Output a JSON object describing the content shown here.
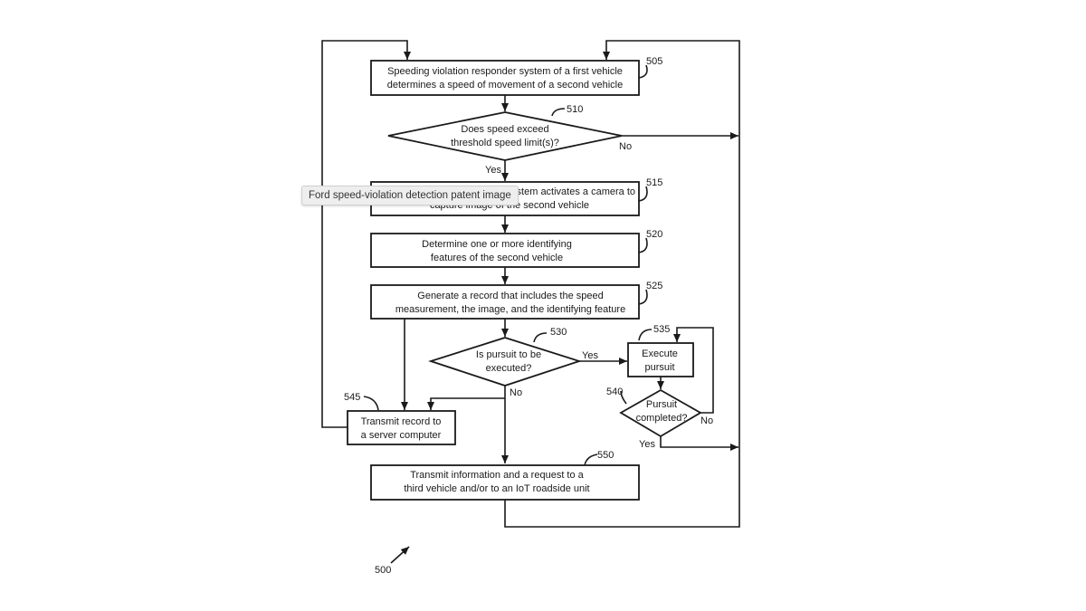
{
  "tooltip": "Ford speed-violation detection patent image",
  "figure_ref": "500",
  "steps": {
    "s505": {
      "ref": "505",
      "lines": [
        "Speeding violation responder system of a first vehicle",
        "determines a speed of movement of a second vehicle"
      ]
    },
    "s510": {
      "ref": "510",
      "lines": [
        "Does speed exceed",
        "threshold speed limit(s)?"
      ],
      "no_label": "No",
      "yes_label": "Yes"
    },
    "s515": {
      "ref": "515",
      "lines": [
        "Speeding violation responder system activates a camera to",
        "capture image of the second vehicle"
      ]
    },
    "s520": {
      "ref": "520",
      "lines": [
        "Determine one or more identifying",
        "features of the second vehicle"
      ]
    },
    "s525": {
      "ref": "525",
      "lines": [
        "Generate a record that includes the speed",
        "measurement, the image, and the identifying feature"
      ]
    },
    "s530": {
      "ref": "530",
      "lines": [
        "Is pursuit to be",
        "executed?"
      ],
      "yes_label": "Yes",
      "no_label": "No"
    },
    "s535": {
      "ref": "535",
      "lines": [
        "Execute",
        "pursuit"
      ]
    },
    "s540": {
      "ref": "540",
      "lines": [
        "Pursuit",
        "completed?"
      ],
      "no_label": "No",
      "yes_label": "Yes"
    },
    "s545": {
      "ref": "545",
      "lines": [
        "Transmit record to",
        "a server computer"
      ]
    },
    "s550": {
      "ref": "550",
      "lines": [
        "Transmit information and a request to a",
        "third vehicle and/or to an IoT roadside unit"
      ]
    }
  }
}
